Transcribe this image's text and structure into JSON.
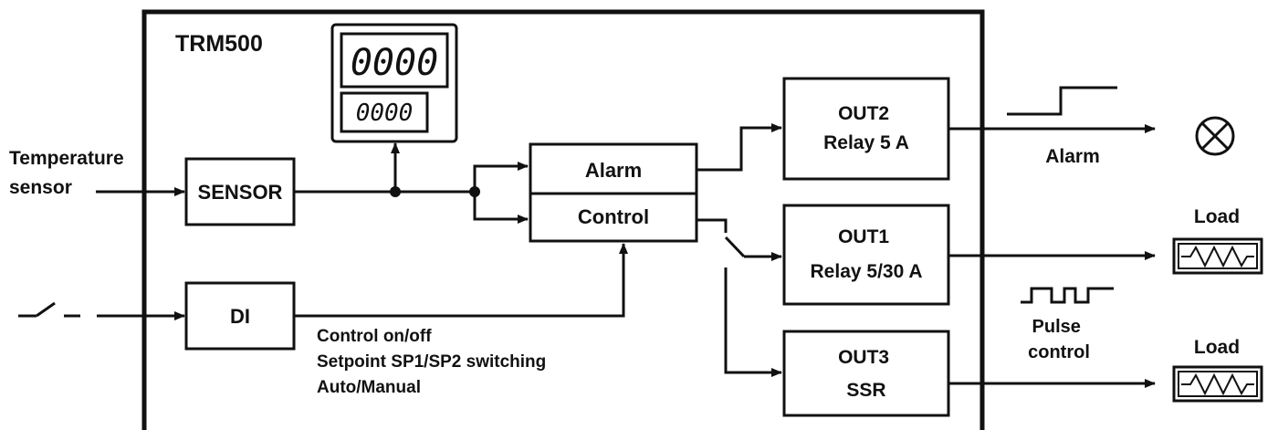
{
  "device": {
    "title": "TRM500",
    "display_top": "0000",
    "display_bottom": "0000"
  },
  "inputs": {
    "temperature_sensor": "Temperature\nsensor"
  },
  "blocks": {
    "sensor": "SENSOR",
    "di": "DI",
    "alarm": "Alarm",
    "control": "Control",
    "out2": "OUT2\nRelay 5 A",
    "out1": "OUT1\nRelay 5/30 A",
    "out3": "OUT3\nSSR"
  },
  "di_functions": "Control on/off\nSetpoint SP1/SP2 switching\nAuto/Manual",
  "outputs": {
    "alarm_label": "Alarm",
    "pulse_label": "Pulse\ncontrol",
    "load1": "Load",
    "load2": "Load"
  },
  "icons": {
    "alarm_lamp": "lamp-icon",
    "load_resistor": "resistor-icon",
    "switch": "switch-icon",
    "step_signal": "step-signal-icon",
    "pulse_signal": "pulse-signal-icon"
  }
}
